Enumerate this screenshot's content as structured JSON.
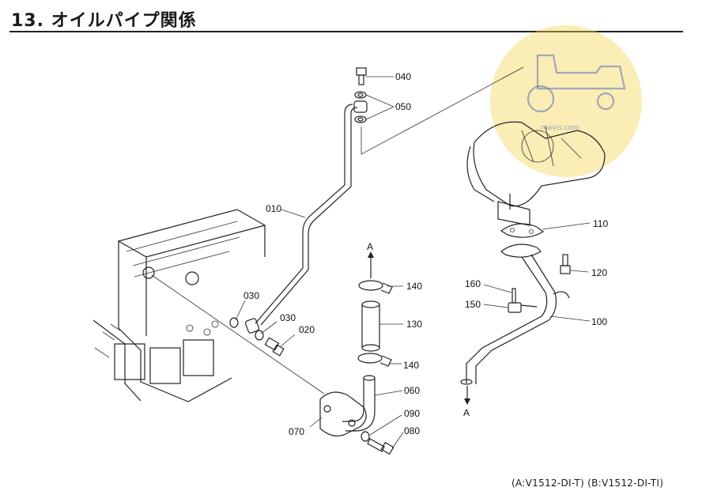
{
  "header": {
    "title": "13. オイルパイプ関係"
  },
  "footer": {
    "models": "(A:V1512-DI-T)  (B:V1512-DI-TI)"
  },
  "parts": [
    {
      "no": "040"
    },
    {
      "no": "050"
    },
    {
      "no": "010"
    },
    {
      "no": "030"
    },
    {
      "no": "030"
    },
    {
      "no": "020"
    },
    {
      "no": "140"
    },
    {
      "no": "130"
    },
    {
      "no": "140"
    },
    {
      "no": "060"
    },
    {
      "no": "090"
    },
    {
      "no": "080"
    },
    {
      "no": "070"
    },
    {
      "no": "110"
    },
    {
      "no": "120"
    },
    {
      "no": "160"
    },
    {
      "no": "150"
    },
    {
      "no": "100"
    }
  ],
  "flow_markers": {
    "upper": "A",
    "lower": "A"
  },
  "watermark": {
    "text": "mavis.com",
    "color": "#f3d54e"
  }
}
